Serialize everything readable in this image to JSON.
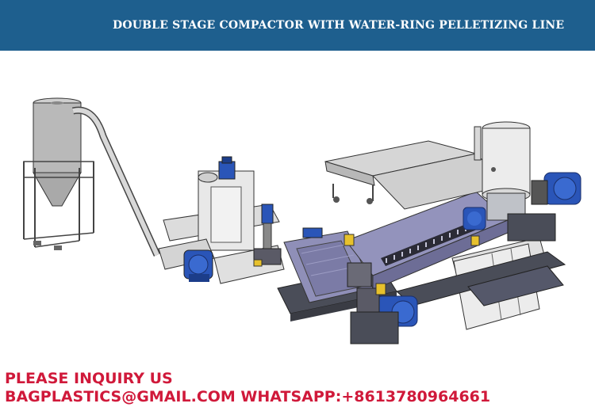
{
  "banner": {
    "title": "DOUBLE STAGE COMPACTOR WITH WATER-RING PELLETIZING LINE",
    "color": "#1e5f8e"
  },
  "footer": {
    "line1": "PLEASE INQUIRY US",
    "line2": "BAGPLASTICS@GMAIL.COM WHATSAPP:+8613780964661",
    "color": "#d0193a"
  },
  "machine": {
    "colors": {
      "frame": "#4a4d58",
      "panel": "#8f8fb8",
      "motor": "#2a55b8",
      "hopper": "#e6e6e6",
      "silo": "#b9b9b9"
    }
  }
}
